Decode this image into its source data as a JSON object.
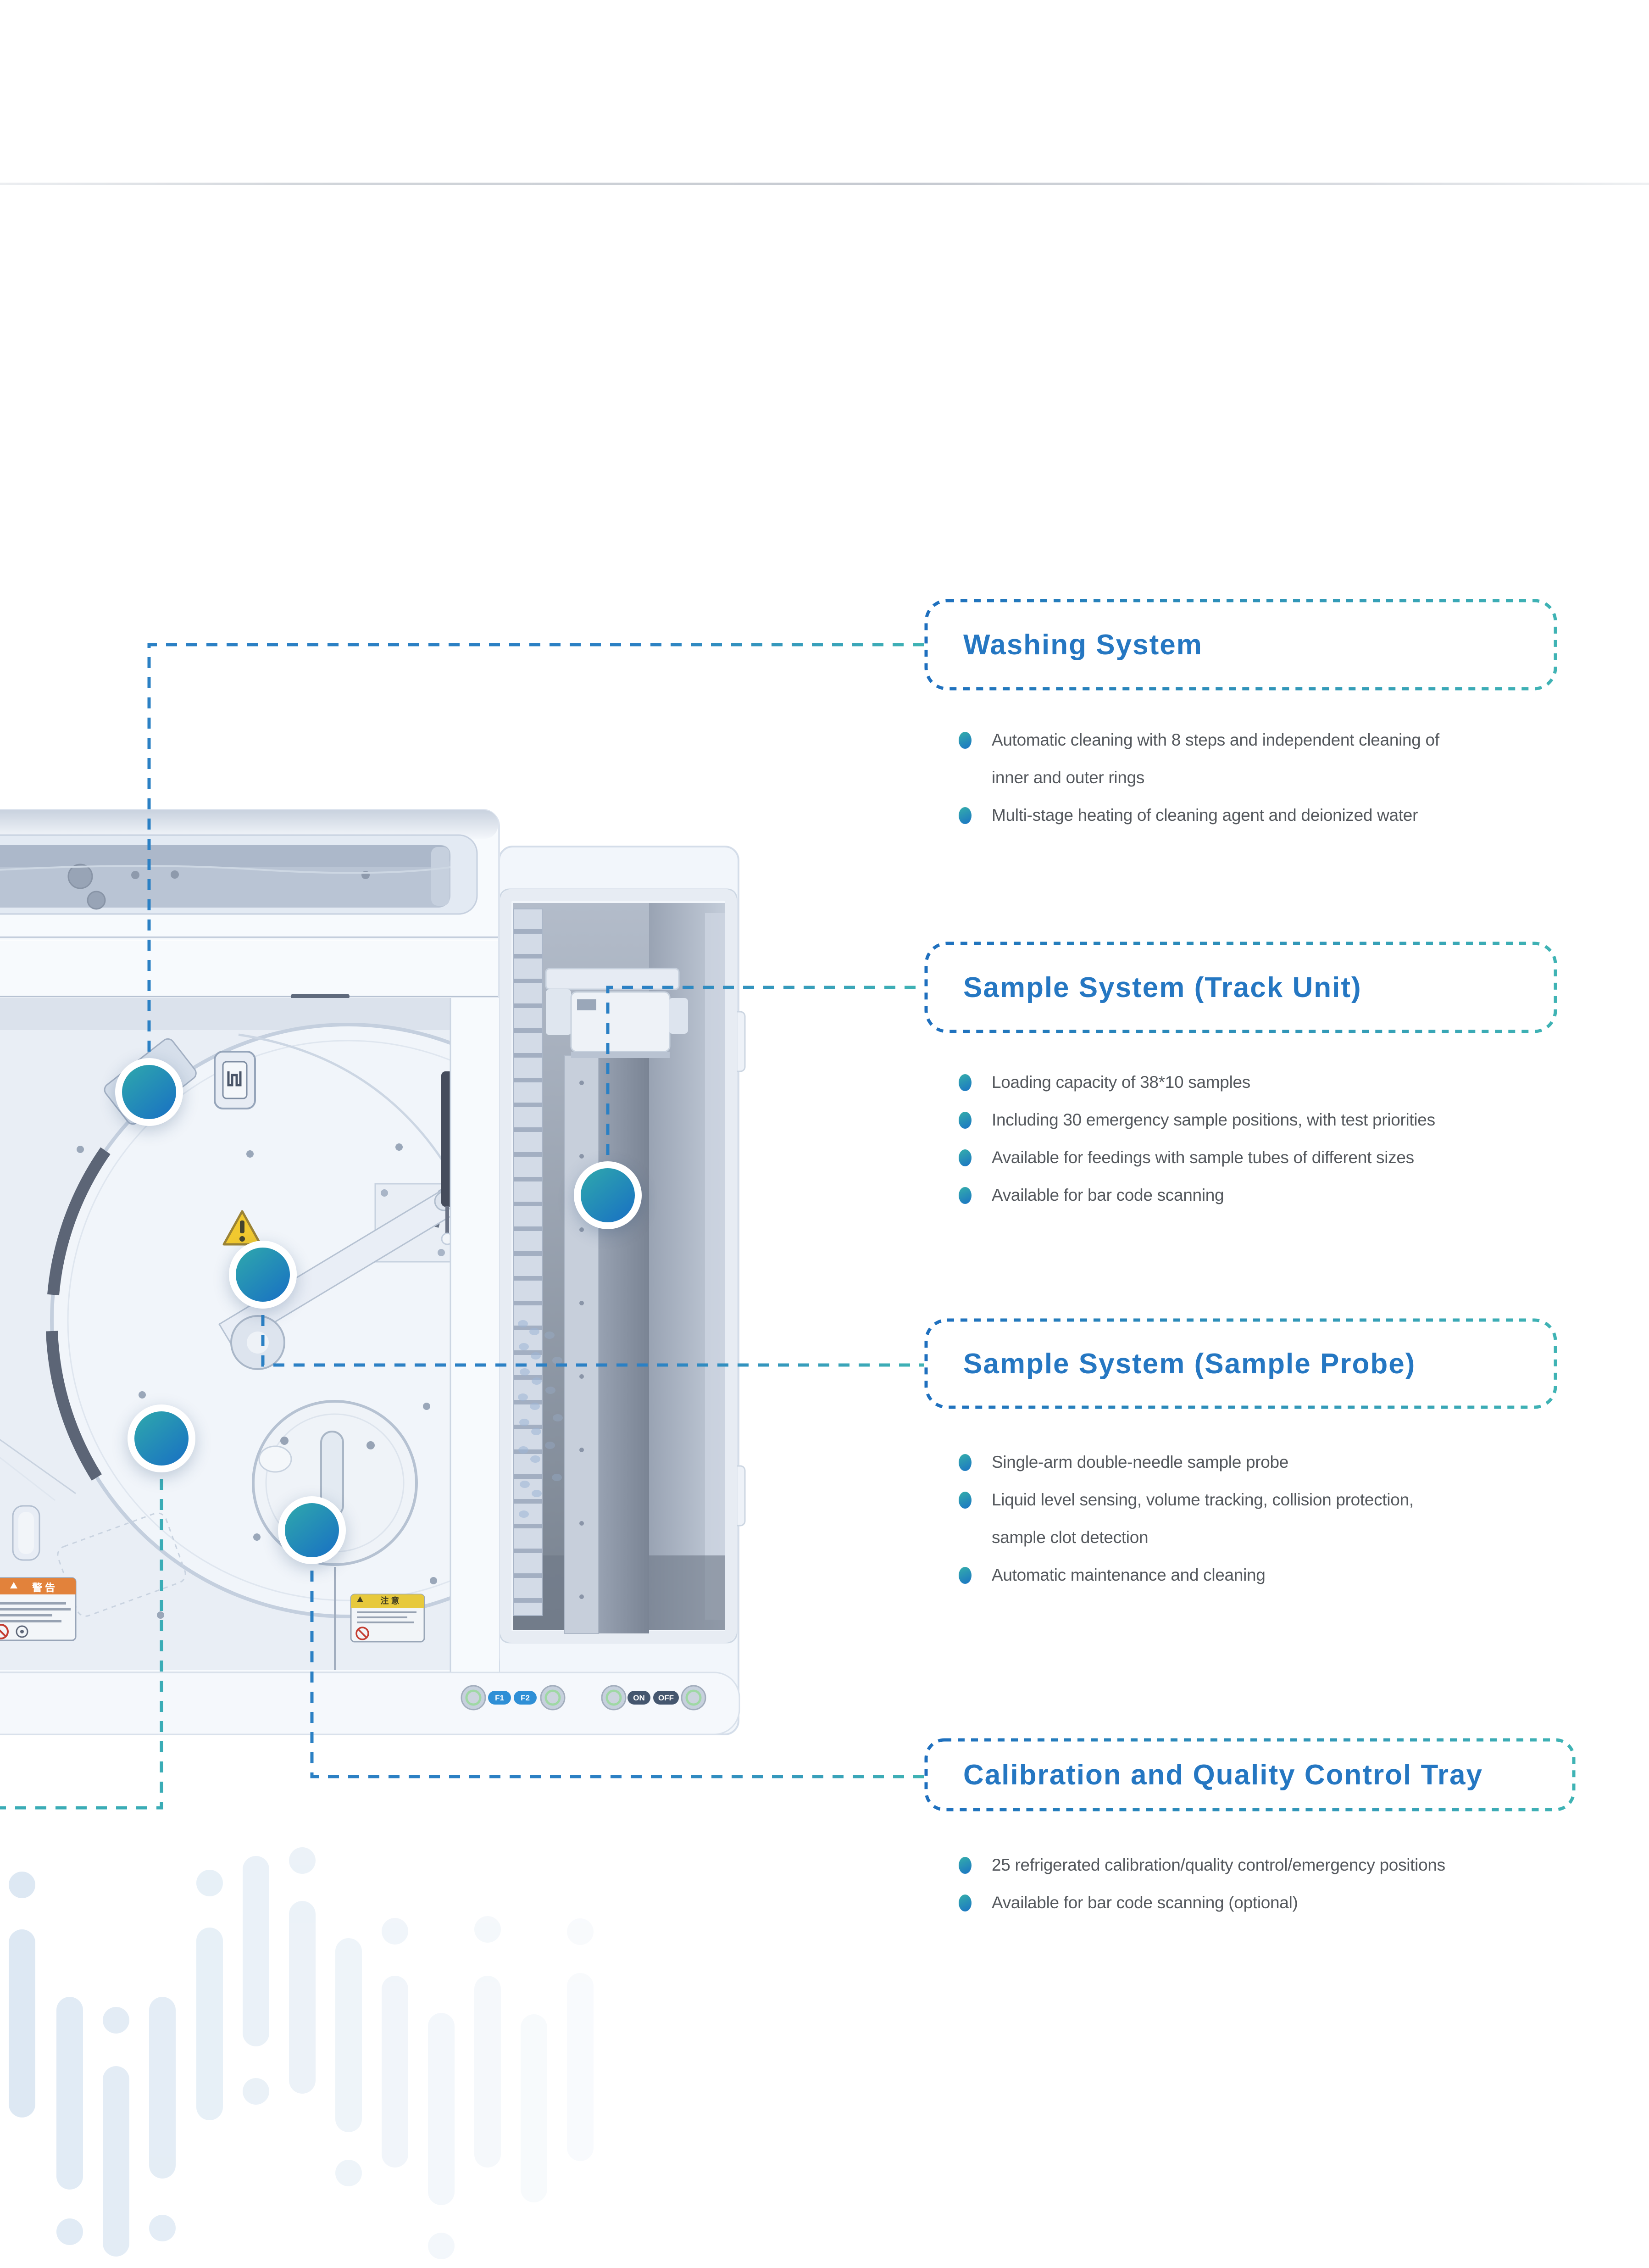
{
  "page": {
    "background": "#ffffff",
    "top_rule_color": "#c9cdd3"
  },
  "palette": {
    "title_blue": "#2577c2",
    "dash_blue": "#1e6fbe",
    "dash_teal": "#3fb3b4",
    "body_text": "#54585d",
    "marker_gradient_start": "#2da4ae",
    "marker_gradient_end": "#1b76c1",
    "connector_blue": "#2b80c4",
    "connector_teal": "#3aacb6"
  },
  "callouts": [
    {
      "id": "washing-system",
      "title": "Washing System",
      "bullets": [
        [
          "Automatic cleaning with 8 steps and independent cleaning of",
          "inner and outer rings"
        ],
        [
          "Multi-stage heating of cleaning agent and deionized water"
        ]
      ]
    },
    {
      "id": "sample-system-track-unit",
      "title": "Sample System (Track Unit)",
      "bullets": [
        [
          "Loading capacity of 38*10 samples"
        ],
        [
          "Including 30 emergency sample positions, with test priorities"
        ],
        [
          "Available for feedings with sample tubes of different sizes"
        ],
        [
          "Available for bar code scanning"
        ]
      ]
    },
    {
      "id": "sample-system-sample-probe",
      "title": "Sample System (Sample Probe)",
      "bullets": [
        [
          "Single-arm double-needle sample probe"
        ],
        [
          "Liquid level sensing, volume tracking, collision protection,",
          "sample clot detection"
        ],
        [
          "Automatic maintenance and cleaning"
        ]
      ]
    },
    {
      "id": "calibration-and-quality-control-tray",
      "title": "Calibration and Quality Control Tray",
      "bullets": [
        [
          "25 refrigerated calibration/quality control/emergency positions"
        ],
        [
          "Available for bar code scanning (optional)"
        ]
      ]
    }
  ],
  "machine": {
    "panel_buttons": [
      "F1",
      "F2",
      "ON",
      "OFF"
    ],
    "warning_label": "警 告",
    "caution_label": "注 意"
  }
}
